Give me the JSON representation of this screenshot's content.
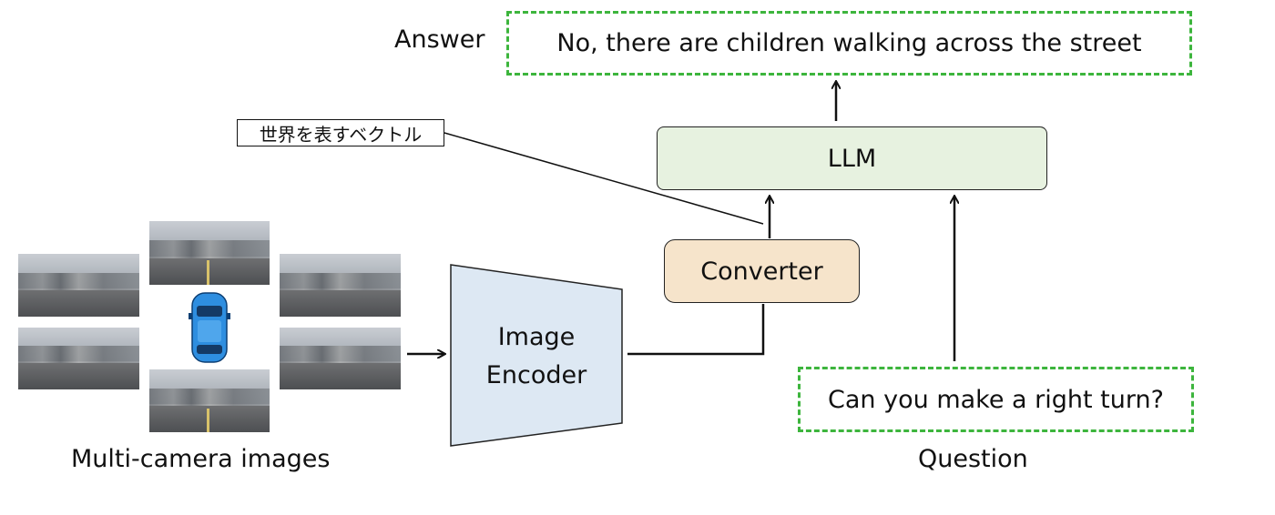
{
  "answer": {
    "label": "Answer",
    "text": "No, there are children walking across the street",
    "border_color": "#3db53d"
  },
  "question": {
    "label": "Question",
    "text": "Can you make a right turn?",
    "border_color": "#3db53d"
  },
  "llm": {
    "label": "LLM",
    "fill": "#e7f2e0"
  },
  "converter": {
    "label": "Converter",
    "fill": "#f6e4cb"
  },
  "encoder": {
    "line1": "Image",
    "line2": "Encoder",
    "fill": "#dde8f3"
  },
  "callout": {
    "text": "世界を表すベクトル"
  },
  "cameras": {
    "label": "Multi-camera images",
    "car_color": "#2e8ee0"
  }
}
